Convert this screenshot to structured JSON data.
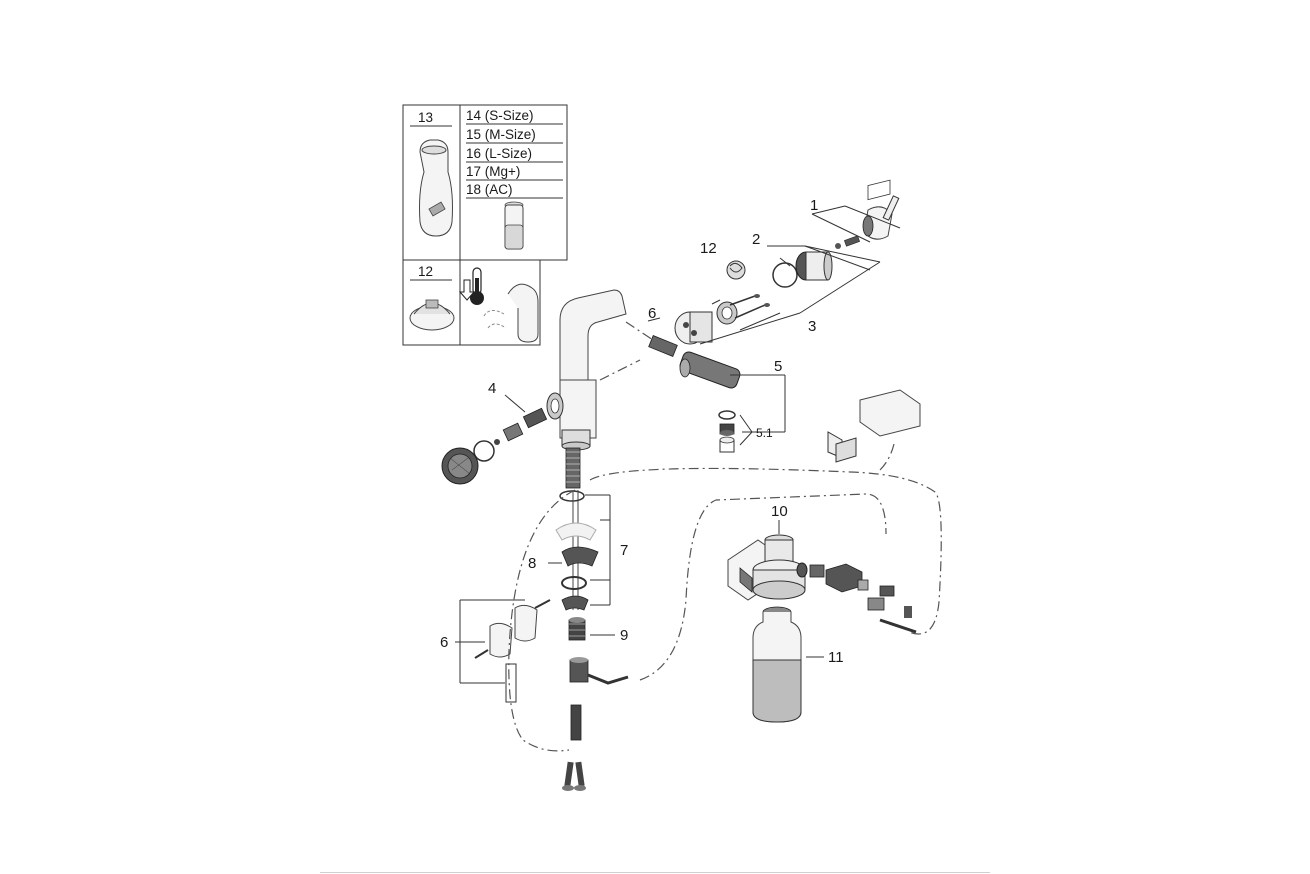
{
  "inset": {
    "filters": {
      "header": "13",
      "sizes": [
        "14 (S-Size)",
        "15 (M-Size)",
        "16 (L-Size)",
        "17 (Mg+)",
        "18 (AC)"
      ]
    },
    "head": {
      "header": "12"
    }
  },
  "callouts": {
    "c1": "1",
    "c2": "2",
    "c3": "3",
    "c4": "4",
    "c5": "5",
    "c5_1": "5.1",
    "c6_top": "6",
    "c6_bottom": "6",
    "c7": "7",
    "c8": "8",
    "c9": "9",
    "c10": "10",
    "c11": "11",
    "c12": "12"
  },
  "icons": {
    "temperature": "thermometer-icon",
    "direction": "arrow-down-icon"
  }
}
